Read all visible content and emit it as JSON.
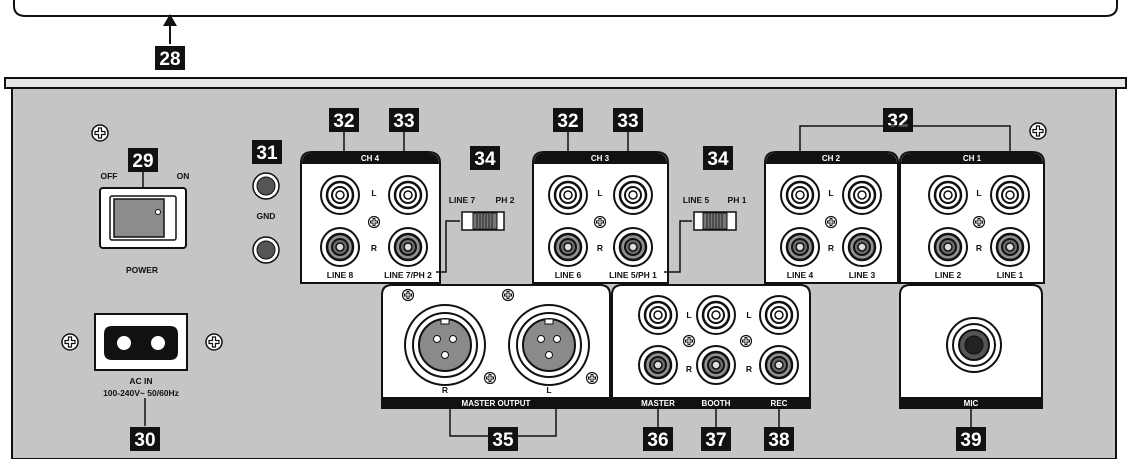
{
  "callouts": {
    "c28": "28",
    "c29": "29",
    "c30": "30",
    "c31": "31",
    "c32a": "32",
    "c33a": "33",
    "c34a": "34",
    "c32b": "32",
    "c33b": "33",
    "c34b": "34",
    "c32c": "32",
    "c35": "35",
    "c36": "36",
    "c37": "37",
    "c38": "38",
    "c39": "39"
  },
  "labels": {
    "off": "OFF",
    "on": "ON",
    "power": "POWER",
    "gnd": "GND",
    "ac_in": "AC IN",
    "ac_spec": "100-240V~ 50/60Hz",
    "ch4": "CH 4",
    "ch3": "CH 3",
    "ch2": "CH 2",
    "ch1": "CH 1",
    "l": "L",
    "r": "R",
    "line8": "LINE 8",
    "line7ph2": "LINE 7/PH 2",
    "line7": "LINE 7",
    "ph2": "PH 2",
    "line6": "LINE 6",
    "line5ph1": "LINE 5/PH 1",
    "line5": "LINE 5",
    "ph1": "PH 1",
    "line4": "LINE 4",
    "line3": "LINE 3",
    "line2": "LINE 2",
    "line1": "LINE 1",
    "master_output": "MASTER OUTPUT",
    "master": "MASTER",
    "booth": "BOOTH",
    "rec": "REC",
    "mic": "MIC"
  }
}
